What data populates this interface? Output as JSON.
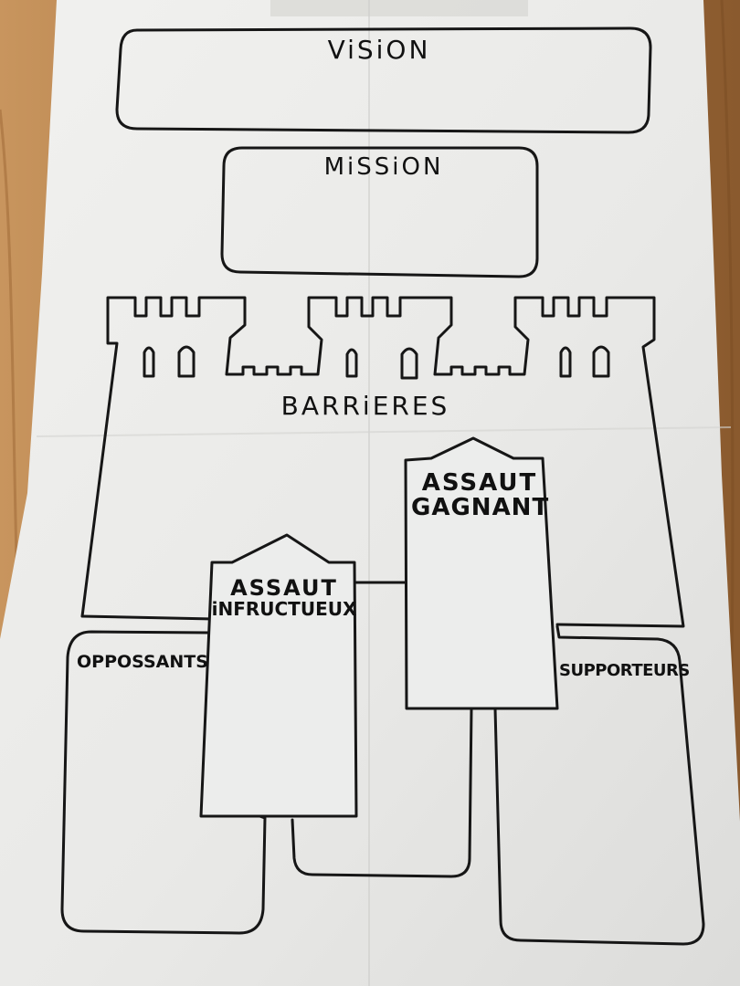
{
  "sheet": {
    "vision_label": "ViSiON",
    "mission_label": "MiSSiON",
    "barriers_label": "BARRiERES",
    "winning_assault": {
      "line1": "ASSAUT",
      "line2": "GAGNANT"
    },
    "failed_assault": {
      "line1": "ASSAUT",
      "line2": "iNFRUCTUEUX"
    },
    "opponents_label": "OPPOSSANTS",
    "supporters_label": "SUPPORTEURS"
  },
  "colors": {
    "paper": "#ecedec",
    "ink": "#161616",
    "wood": "#b07c49"
  }
}
